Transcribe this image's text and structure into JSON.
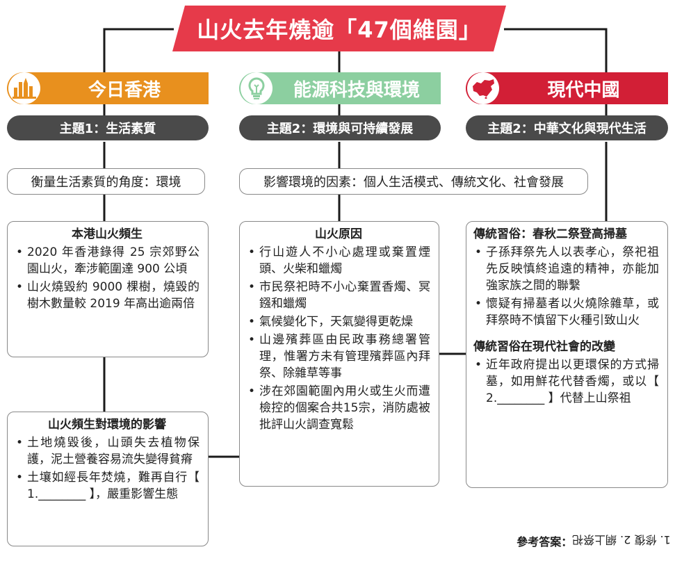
{
  "title": "山火去年燒逾「47個維園」",
  "colors": {
    "banner": "#e63a4a",
    "hk": "#e8901e",
    "energy": "#8ccfa0",
    "china": "#d21f36",
    "theme": "#4a4a4a"
  },
  "columns": [
    {
      "category": "今日香港",
      "icon": "skyline-icon",
      "theme": "主題1：生活素質",
      "pill": "衡量生活素質的角度：環境",
      "boxes": [
        {
          "title": "本港山火頻生",
          "items": [
            "2020 年香港錄得 25 宗郊野公園山火，牽涉範圍達 900 公頃",
            "山火燒毀約 9000 棵樹，燒毀的樹木數量較 2019 年高出逾兩倍"
          ]
        },
        {
          "title": "山火頻生對環境的影響",
          "items": [
            "土地燒毀後，山頭失去植物保護，泥土營養容易流失變得貧瘠",
            "土壤如經長年焚燒，難再自行【 1.________ 】，嚴重影響生態"
          ]
        }
      ]
    },
    {
      "category": "能源科技與環境",
      "icon": "lightbulb-icon",
      "theme": "主題2：環境與可持續發展",
      "pill": "影響環境的因素：個人生活模式、傳統文化、社會發展",
      "boxes": [
        {
          "title": "山火原因",
          "items": [
            "行山遊人不小心處理或棄置煙頭、火柴和蠟燭",
            "市民祭祀時不小心棄置香燭、冥鏹和蠟燭",
            "氣候變化下，天氣變得更乾燥",
            "山邊殯葬區由民政事務總署管理，惟署方未有管理殯葬區內拜祭、除雜草等事",
            "涉在郊園範圍內用火或生火而遭檢控的個案合共15宗，消防處被批評山火調查寬鬆"
          ]
        }
      ]
    },
    {
      "category": "現代中國",
      "icon": "china-map-icon",
      "theme": "主題2：中華文化與現代生活",
      "boxes": [
        {
          "title": "傳統習俗：春秋二祭登高掃墓",
          "items": [
            "子孫拜祭先人以表孝心，祭祀祖先反映慎終追遠的精神，亦能加強家族之間的聯繫",
            "懷疑有掃墓者以火燒除雜草，或拜祭時不慎留下火種引致山火"
          ],
          "title2": "傳統習俗在現代社會的改變",
          "items2": [
            "近年政府提出以更環保的方式掃墓，如用鮮花代替香燭，或以【 2.________ 】代替上山祭祖"
          ]
        }
      ]
    }
  ],
  "answer": {
    "label": "參考答案：",
    "text": "1. 修復 2. 網上祭祀"
  }
}
